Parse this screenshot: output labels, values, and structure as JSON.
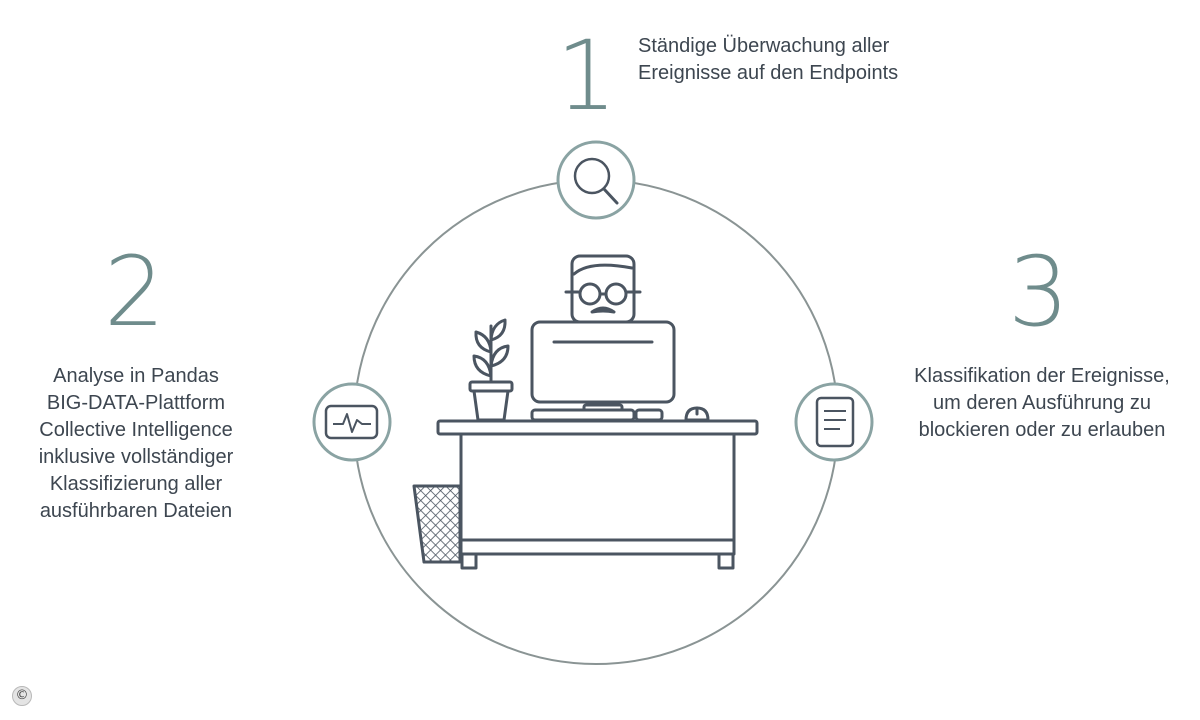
{
  "steps": [
    {
      "number": "1",
      "text": "Ständige Überwachung aller\nEreignisse auf den Endpoints",
      "icon": "magnifier-icon"
    },
    {
      "number": "2",
      "text": "Analyse in Pandas\nBIG-DATA-Plattform\nCollective Intelligence\ninklusive vollständiger\nKlassifizierung aller\nausführbaren Dateien",
      "icon": "activity-monitor-icon"
    },
    {
      "number": "3",
      "text": "Klassifikation der Ereignisse,\num deren Ausführung zu\nblockieren oder zu erlauben",
      "icon": "document-icon"
    }
  ],
  "colors": {
    "accent": "#6f8c8c",
    "line": "#4b5561",
    "text": "#3d4650"
  },
  "copyright_symbol": "©"
}
